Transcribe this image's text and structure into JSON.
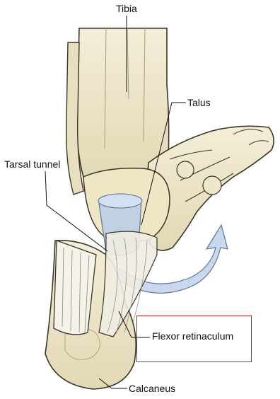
{
  "labels": {
    "tibia": "Tibia",
    "talus": "Talus",
    "tarsal_tunnel": "Tarsal tunnel",
    "flexor_retinaculum": "Flexor retinaculum",
    "calcaneus": "Calcaneus"
  },
  "colors": {
    "bone_fill": "#ede5c8",
    "bone_shade": "#d8cca6",
    "outline": "#3a3528",
    "tunnel_blue": "#b9cbe6",
    "arrow_blue": "#c9d8ee",
    "highlight_box": "#b3261e"
  }
}
